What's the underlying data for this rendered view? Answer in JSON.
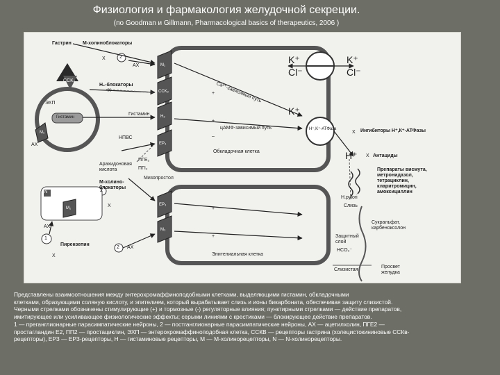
{
  "title": "Физиология и фармакология желудочной секреции.",
  "subtitle": "(по Goodman и Gillmann, Pharmacological basics of therapeutics, 2006 )",
  "diagram": {
    "labels": {
      "gastrin": "Гастрин",
      "m_cholinoblockers_top": "М-холиноблокаторы",
      "ah_top": "АХ",
      "num2": "2",
      "num2b": "2",
      "num1": "1",
      "cck2": "CCK₂",
      "h2_blockers": "H₂-блокаторы",
      "ecl": "ЭХП",
      "histamine_label": "Гистамин",
      "histamine_cell": "Гистамин",
      "m1_left": "M₁",
      "m1_top": "M₁",
      "m1_bottom": "M₁",
      "m3_bottom": "M₃",
      "cck2_receptor": "CCK₂",
      "h2_receptor": "H₂",
      "ep3_top": "EP₃",
      "ep3_bottom": "EP₃",
      "ah_left": "АХ",
      "npvs": "НПВС",
      "arachidonic": "Арахидоновая кислота",
      "pge2": "ПГЕ₂",
      "pgi2": "ПГI₂",
      "misoprostol": "Мизопростол",
      "n_box": "N",
      "m_cholinoblockers_low": "М-холино-блокаторы",
      "ah_low": "АХ",
      "pirenzepine": "Пирензепин",
      "ah_bottom": "АХ",
      "ca_pathway": "Ca²⁺-зависимый путь",
      "camp_pathway": "цАМФ-зависимый путь",
      "k_plus_1": "K⁺",
      "cl_minus_1": "Cl⁻",
      "k_plus_2": "K⁺",
      "cl_minus_2": "Cl⁻",
      "k_plus_3": "K⁺",
      "atpase": "H⁺,K⁺-АТФаза",
      "inhibitors": "Ингибиторы Н⁺,К⁺-АТФазы",
      "h_plus": "H⁺",
      "antacids": "Антациды",
      "parietal_cell": "Обкладочная клетка",
      "bismuth": "Препараты висмута, метронидазол, тетрациклин, кларитромицин, амоксициллин",
      "h_pylori": "H.pylori",
      "mucus": "Слизь",
      "sucralfate": "Сукральфат, карбеноксолон",
      "protective_layer": "Защитный слой",
      "hco3": "HCO₃⁻",
      "epithelial_cell": "Эпителиальная клетка",
      "mucosa": "Слизистая",
      "lumen": "Просвет желудка",
      "x_mark": "X",
      "plus_mark": "+",
      "minus_mark": "–"
    }
  },
  "caption": {
    "lines": [
      "Представлены взаимоотношения между энтерохромаффиноподобными клетками, выделяющими гистамин, обкладочными",
      "клетками, образующими соляную кислоту, и эпителием, который вырабатывает слизь и ионы бикарбоната, обеспечивая защиту слизистой.",
      "Черными стрелками обозначены стимулирующие (+) и тормозные (-) регуляторные влияния; пунктирными стрелками — действие препаратов,",
      "имитирующее или усиливающее физиологические эффекты; серыми линиями с крестиками — блокирующее действие препаратов.",
      "1 — преганглионарные парасимпатические нейроны, 2 — постганглионарные парасимпатические нейроны, АХ — ацетилхолин, ПГЕ2 —",
      "простагландин Е2, ПП2 — простациклин, ЭХП — энтерохромаффиноподобная клетка, ССКВ — рецепторы гастрина (холецистокининовые ССКв-",
      "рецепторы), ЕРЗ — ЕРЗ-рецепторы, Н — гистаминовые рецепторы, М — М-холинорецепторы, N — N-холинорецепторы."
    ]
  }
}
